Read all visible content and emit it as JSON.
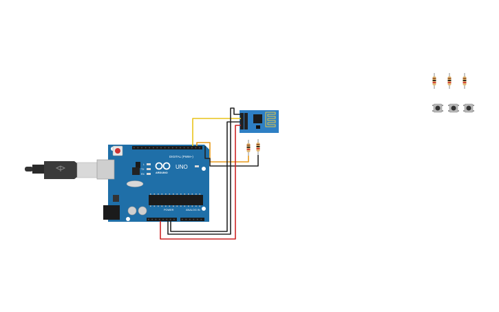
{
  "board": {
    "name": "UNO",
    "brand": "ARDUINO",
    "digital_header_label": "DIGITAL (PWM~)",
    "power_header_label": "POWER",
    "analog_header_label": "ANALOG IN",
    "led_labels": [
      "L",
      "TX",
      "RX"
    ],
    "color": "#1f6fa8"
  },
  "module": {
    "name": "ESP-01",
    "color": "#2e7fc4"
  },
  "wires": {
    "colors": {
      "yellow": "#e9c31a",
      "orange": "#e89a1c",
      "black": "#222222",
      "red": "#cc2222"
    }
  },
  "parts_bin": {
    "resistor_count": 3,
    "pushbutton_count": 3
  },
  "icons": [
    "usb-plug-icon",
    "reset-button-icon",
    "antenna-icon"
  ]
}
